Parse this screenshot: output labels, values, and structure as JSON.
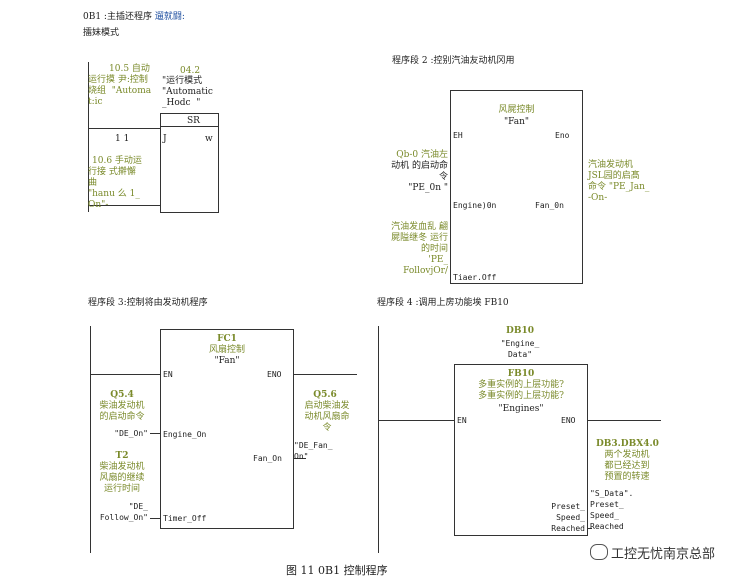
{
  "header": {
    "ob_label": "0B1 :主插还程序",
    "ob_comment": "遛就闘:",
    "subtitle": "擂妹模式"
  },
  "net1": {
    "contact1_addr": "10.5 自动",
    "contact1_text": "运行摸 尹:控制\n烧组  \"Automa\nt:ic",
    "contact2_addr": "10.6 手动运",
    "contact2_text": "行接 式擀懈\n曲\n\"hanu 么 1_\nOn\"-",
    "sr_addr": "04.2",
    "sr_text": "\"运行模式\n\"Automatic\n_Hodc  \"",
    "sr_label": "SR",
    "sr_s": "J",
    "sr_q": "w",
    "rung_mark": "1 1"
  },
  "net2": {
    "title": "程序段 2 :控别汽油友动机冈用",
    "block_title": "风屍控制",
    "block_name": "\"Fan\"",
    "en": "EH",
    "eno": "Eno",
    "in1": "Engine)0n",
    "in2": "Tiaer.Off",
    "out1": "Fan_0n",
    "in1_addr": "Qb-0 汽油左",
    "in1_text": "动机 的启动命\n令\n\"PE_0n \"",
    "in2_text": "汽油发血乱 翩\n屍隘继冬 运行\n的时间\n'PE_\nFollovjOr/",
    "out_text": "汽油发动机\nJSL园的启髙\n命令 \"PE_Jan_\n-On-"
  },
  "net3": {
    "title": "程序段 3:控制将由发动机程序",
    "fc_addr": "FC1",
    "fc_title": "风扇控制",
    "fc_name": "\"Fan\"",
    "en": "EN",
    "eno": "ENO",
    "in1": "Engine_On",
    "in2": "Timer_Off",
    "out1": "Fan_On",
    "in1_addr": "Q5.4",
    "in1_text": "柴油发动机\n的启动命令",
    "in1_sym": "\"DE_On\"",
    "in2_addr": "T2",
    "in2_text": "柴油发动机\n风扇的继续\n运行时间",
    "in2_sym": "\"DE_\nFollow_On\"",
    "out_addr": "Q5.6",
    "out_text": "启动柴油发\n动机风扇命\n令",
    "out_sym": "\"DE_Fan_\nOn\""
  },
  "net4": {
    "title": "程序段 4 :调用上房功能埃 FB10",
    "db_addr": "DB10",
    "db_sym": "\"Engine_\nData\"",
    "fb_addr": "FB10",
    "fb_title": "多重实例的上层功能?\n多重实例的上层功能?",
    "fb_name": "\"Engines\"",
    "en": "EN",
    "eno": "ENO",
    "out1": "Preset_\nSpeed_\nReached",
    "out_addr": "DB3.DBX4.0",
    "out_text": "两个发动机\n都已经达到\n预置的转速",
    "out_sym": "\"S_Data\".\nPreset_\nSpeed_\nReached"
  },
  "caption": "图 11    0B1 控制程序",
  "watermark": "工控无忧南京总部",
  "colors": {
    "green": "#7a8a2a",
    "blue": "#1f4fa0"
  }
}
